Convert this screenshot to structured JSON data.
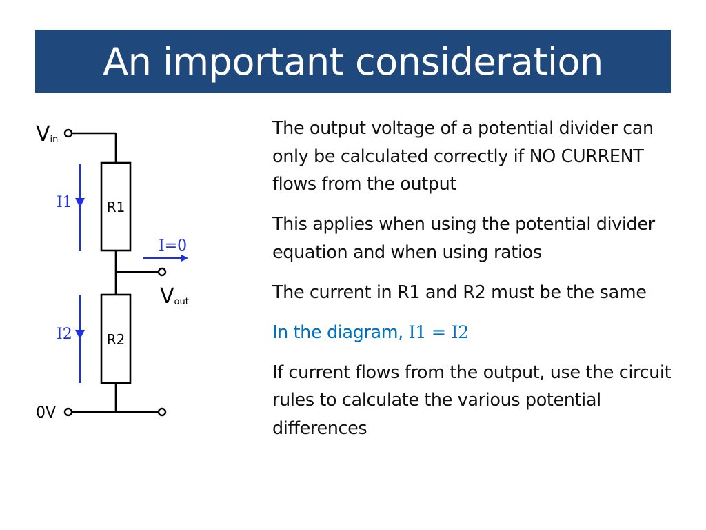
{
  "slide": {
    "title": "An important consideration",
    "colors": {
      "title_bg": "#1F497D",
      "title_text": "#FFFFFF",
      "body_text": "#111111",
      "highlight_text": "#0070C0",
      "current_arrows": "#1E2FE8",
      "circuit_lines": "#000000"
    }
  },
  "diagram": {
    "vin_main": "V",
    "vin_sub": "in",
    "vout_main": "V",
    "vout_sub": "out",
    "zero_v": "0V",
    "r1": "R1",
    "r2": "R2",
    "i1": "I1",
    "i2": "I2",
    "i_zero": "I=0"
  },
  "paragraphs": [
    {
      "text": "The output voltage of a potential divider can only be calculated correctly if NO CURRENT flows from the output"
    },
    {
      "text": "This applies when using the potential divider equation and when using ratios"
    },
    {
      "text": "The current in R1 and R2 must be the same"
    },
    {
      "prefix": "In the diagram, ",
      "i1": "I1",
      "eq": " = ",
      "i2": "I2"
    },
    {
      "text": "If current flows from the output, use the circuit rules to calculate the various potential differences"
    }
  ]
}
